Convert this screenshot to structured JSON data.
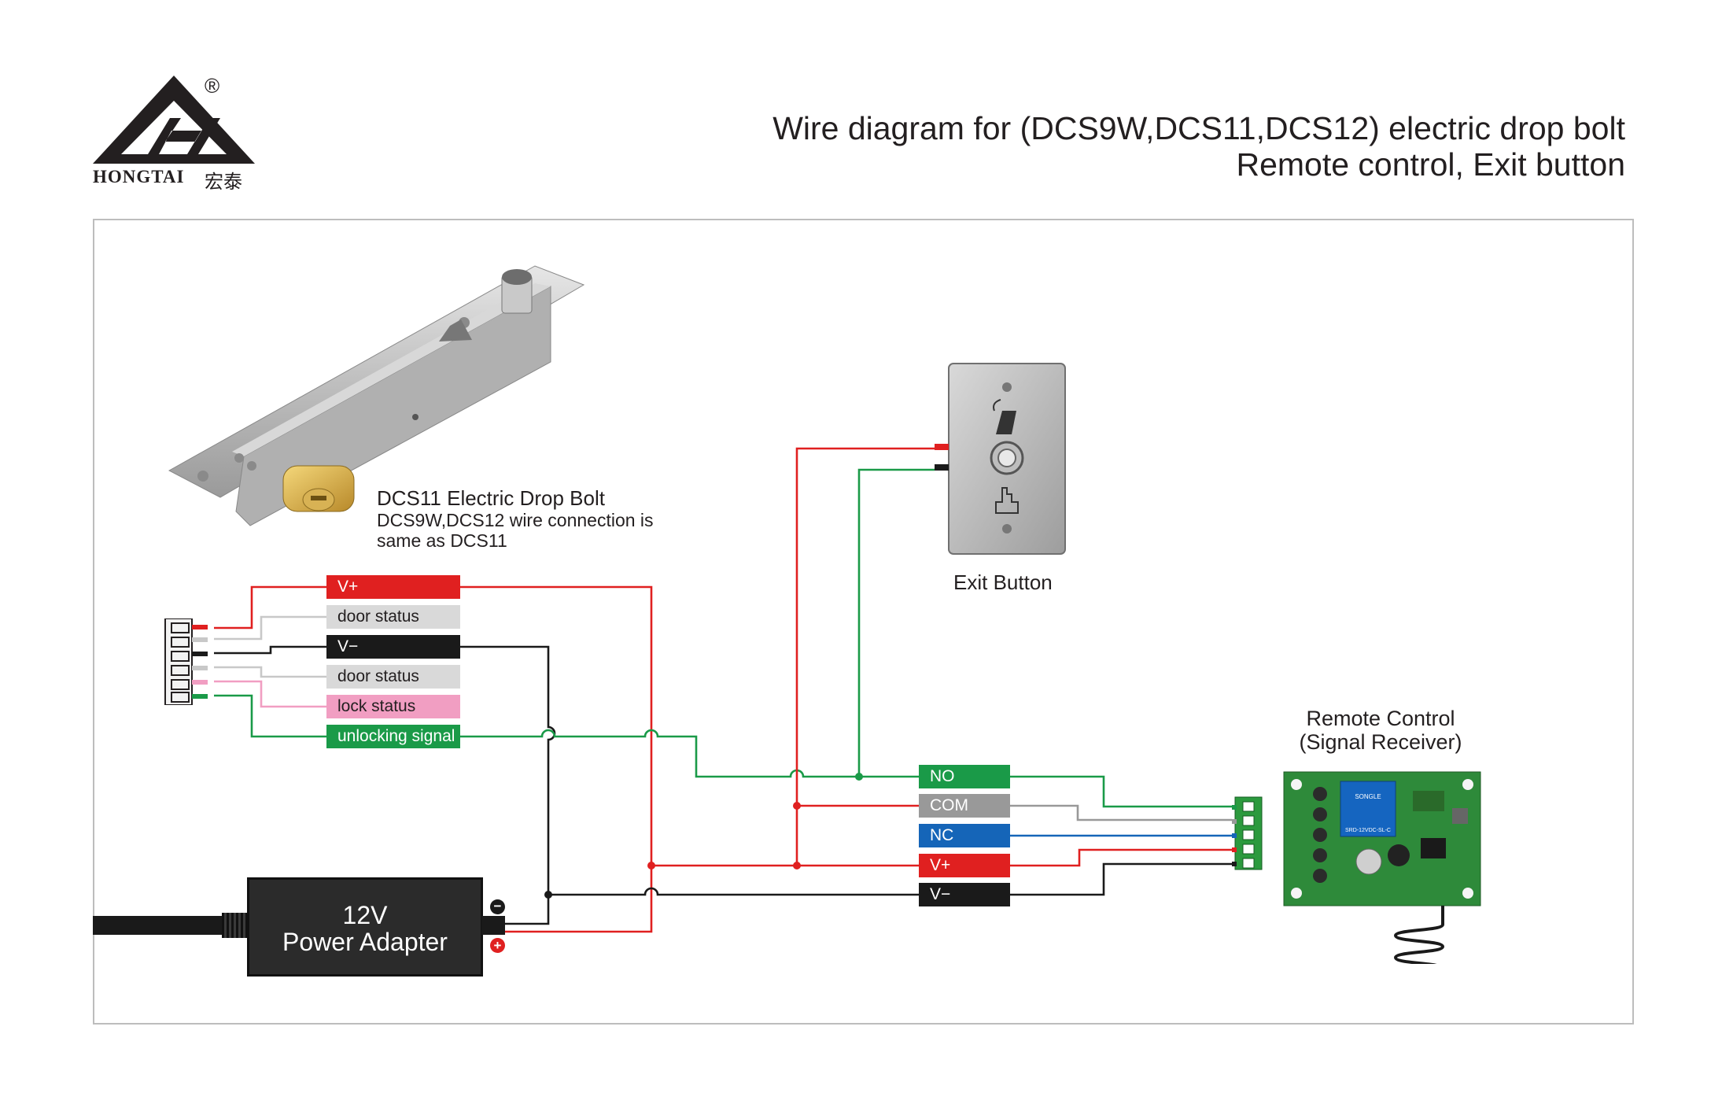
{
  "logo": {
    "brand": "HONGTAI",
    "chinese": "宏泰",
    "registered": "®"
  },
  "title": {
    "line1": "Wire diagram for (DCS9W,DCS11,DCS12) electric drop bolt",
    "line2": "Remote control, Exit button"
  },
  "drop_bolt": {
    "name": "DCS11 Electric Drop Bolt",
    "note_line1": "DCS9W,DCS12 wire connection is",
    "note_line2": "same as DCS11"
  },
  "bolt_wires": [
    {
      "label": "V+",
      "color": "#e02020"
    },
    {
      "label": "door status",
      "color": "#d9d9d9"
    },
    {
      "label": "V−",
      "color": "#1a1a1a"
    },
    {
      "label": "door status",
      "color": "#d9d9d9"
    },
    {
      "label": "lock status",
      "color": "#f19ec2"
    },
    {
      "label": "unlocking signal",
      "color": "#1a9a48"
    }
  ],
  "exit_button": {
    "label": "Exit Button"
  },
  "receiver": {
    "line1": "Remote Control",
    "line2": "(Signal Receiver)",
    "relay_text": "SRD-12VDC-SL-C",
    "brand": "SONGLE"
  },
  "receiver_wires": [
    {
      "label": "NO",
      "color": "#1a9a48"
    },
    {
      "label": "COM",
      "color": "#999999"
    },
    {
      "label": "NC",
      "color": "#1565b8"
    },
    {
      "label": "V+",
      "color": "#e02020"
    },
    {
      "label": "V−",
      "color": "#1a1a1a"
    }
  ],
  "power_adapter": {
    "line1": "12V",
    "line2": "Power Adapter",
    "minus": "−",
    "plus": "+"
  }
}
